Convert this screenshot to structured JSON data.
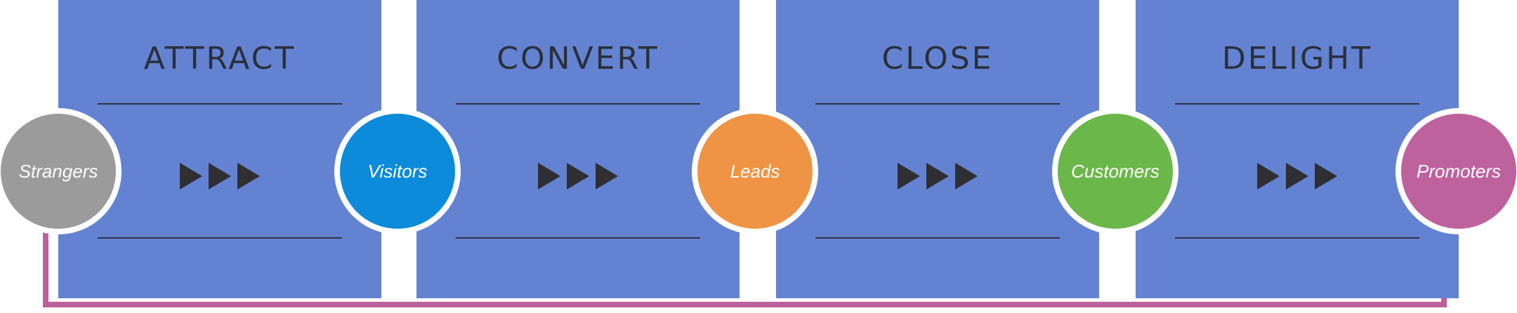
{
  "stages": [
    {
      "title": "ATTRACT"
    },
    {
      "title": "CONVERT"
    },
    {
      "title": "CLOSE"
    },
    {
      "title": "DELIGHT"
    }
  ],
  "nodes": [
    {
      "label": "Strangers",
      "color": "#9b9b9b"
    },
    {
      "label": "Visitors",
      "color": "#0b8bd9"
    },
    {
      "label": "Leads",
      "color": "#ef9444"
    },
    {
      "label": "Customers",
      "color": "#6cb74a"
    },
    {
      "label": "Promoters",
      "color": "#be629e"
    }
  ],
  "loop_color": "#bf609c",
  "arrow_icon": "triple-play-arrow-icon"
}
